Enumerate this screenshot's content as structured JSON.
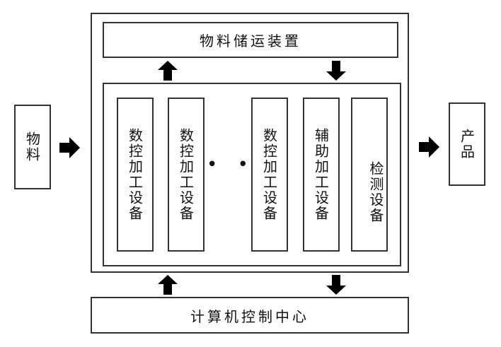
{
  "storage": {
    "label": "物料储运装置"
  },
  "control_center": {
    "label": "计算机控制中心"
  },
  "input": {
    "label": "物料"
  },
  "output": {
    "label": "产品"
  },
  "equipment": [
    {
      "label": "数控加工设备"
    },
    {
      "label": "数控加工设备"
    },
    {
      "label": "数控加工设备"
    },
    {
      "label": "辅助加工设备"
    },
    {
      "label": "检测设备"
    }
  ],
  "ellipsis": "• • •",
  "colors": {
    "line": "#333333",
    "arrow": "#000000"
  }
}
